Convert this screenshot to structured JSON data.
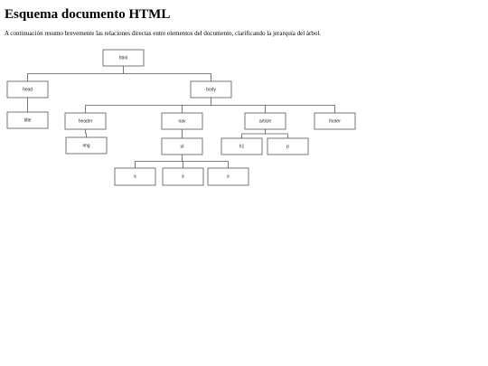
{
  "page": {
    "title": "Esquema documento HTML",
    "intro": "A continuación resumo brevemente las relaciones directas entre elementos del documento, clarificando la jerarquía del árbol."
  },
  "tree": {
    "nodes": [
      {
        "id": "html",
        "label": "html"
      },
      {
        "id": "head",
        "label": "head"
      },
      {
        "id": "body",
        "label": "body"
      },
      {
        "id": "title",
        "label": "title"
      },
      {
        "id": "header",
        "label": "header"
      },
      {
        "id": "nav",
        "label": "nav"
      },
      {
        "id": "article",
        "label": "article"
      },
      {
        "id": "footer",
        "label": "footer"
      },
      {
        "id": "img",
        "label": "img"
      },
      {
        "id": "ul",
        "label": "ul"
      },
      {
        "id": "h1",
        "label": "h1"
      },
      {
        "id": "p",
        "label": "p"
      },
      {
        "id": "li1",
        "label": "li"
      },
      {
        "id": "li2",
        "label": "li"
      },
      {
        "id": "li3",
        "label": "li"
      }
    ],
    "edges": [
      [
        "html",
        "head"
      ],
      [
        "html",
        "body"
      ],
      [
        "head",
        "title"
      ],
      [
        "body",
        "header"
      ],
      [
        "body",
        "nav"
      ],
      [
        "body",
        "article"
      ],
      [
        "body",
        "footer"
      ],
      [
        "header",
        "img"
      ],
      [
        "nav",
        "ul"
      ],
      [
        "article",
        "h1"
      ],
      [
        "article",
        "p"
      ],
      [
        "ul",
        "li1"
      ],
      [
        "ul",
        "li2"
      ],
      [
        "ul",
        "li3"
      ]
    ]
  }
}
